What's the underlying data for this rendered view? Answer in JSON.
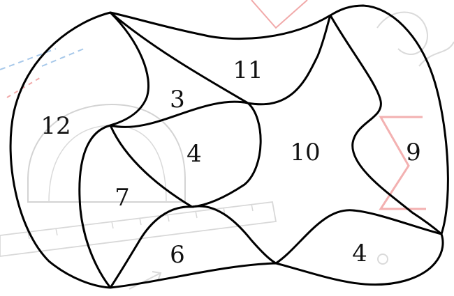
{
  "regions": [
    {
      "id": "region-3",
      "label": "3"
    },
    {
      "id": "region-11",
      "label": "11"
    },
    {
      "id": "region-12",
      "label": "12"
    },
    {
      "id": "region-4-center",
      "label": "4"
    },
    {
      "id": "region-10",
      "label": "10"
    },
    {
      "id": "region-9",
      "label": "9"
    },
    {
      "id": "region-7",
      "label": "7"
    },
    {
      "id": "region-6",
      "label": "6"
    },
    {
      "id": "region-4-bottom",
      "label": "4"
    }
  ],
  "colors": {
    "outline": "#000000",
    "background_sketch": "#c9c9c9",
    "background_accent": "#f0a0a0",
    "background_blue": "#9ec3e8"
  }
}
